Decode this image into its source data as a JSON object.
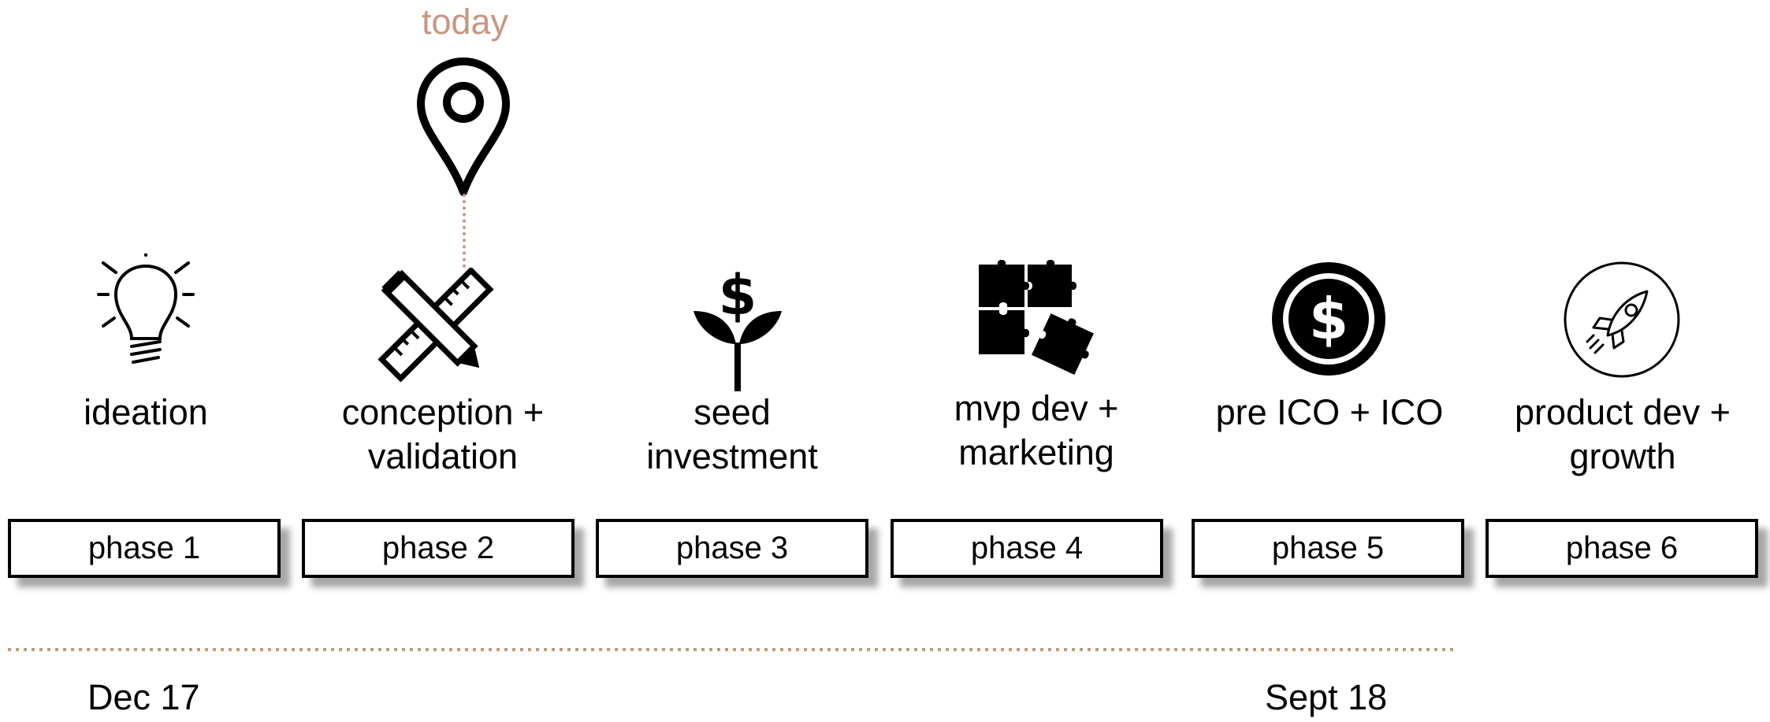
{
  "marker": {
    "label": "today",
    "icon": "location-pin-icon",
    "color": "#c99680"
  },
  "phases": [
    {
      "title": "ideation",
      "label": "phase 1",
      "icon": "lightbulb-icon"
    },
    {
      "title": "conception +\nvalidation",
      "label": "phase 2",
      "icon": "ruler-pencil-icon"
    },
    {
      "title": "seed\ninvestment",
      "label": "phase 3",
      "icon": "dollar-sprout-icon"
    },
    {
      "title": "mvp dev +\nmarketing",
      "label": "phase 4",
      "icon": "puzzle-icon"
    },
    {
      "title": "pre ICO + ICO",
      "label": "phase 5",
      "icon": "dollar-coin-icon"
    },
    {
      "title": "product dev +\ngrowth",
      "label": "phase 6",
      "icon": "rocket-icon"
    }
  ],
  "timeline": {
    "start": "Dec 17",
    "end": "Sept 18",
    "color": "#c99680"
  }
}
